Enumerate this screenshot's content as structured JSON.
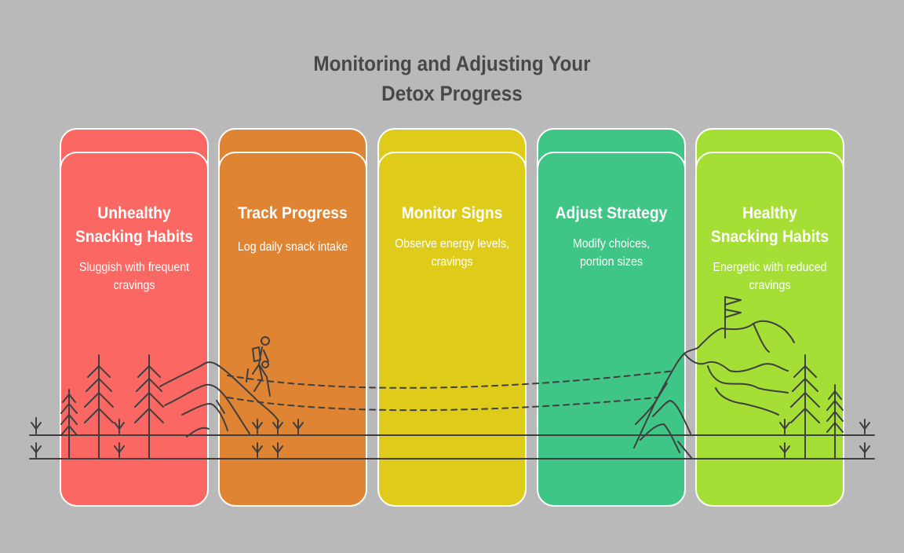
{
  "title": {
    "line1": "Monitoring and Adjusting Your",
    "line2": "Detox Progress"
  },
  "stages": [
    {
      "heading1": "Unhealthy",
      "heading2": "Snacking Habits",
      "desc1": "Sluggish with frequent",
      "desc2": "cravings",
      "color": "#fb6863"
    },
    {
      "heading1": "Track Progress",
      "heading2": "",
      "desc1": "Log daily snack intake",
      "desc2": "",
      "color": "#df8433"
    },
    {
      "heading1": "Monitor Signs",
      "heading2": "",
      "desc1": "Observe energy levels,",
      "desc2": "cravings",
      "color": "#dfcb1a"
    },
    {
      "heading1": "Adjust Strategy",
      "heading2": "",
      "desc1": "Modify choices,",
      "desc2": "portion sizes",
      "color": "#3fc585"
    },
    {
      "heading1": "Healthy",
      "heading2": "Snacking Habits",
      "desc1": "Energetic with reduced",
      "desc2": "cravings",
      "color": "#a5df35"
    }
  ],
  "colors": {
    "background": "#b9b9b9",
    "line_art": "#3f3f3f",
    "text": "#ffffff",
    "title": "#484848"
  },
  "icons": [
    "pine-tree-icon",
    "grass-sprout-icon",
    "mountain-icon",
    "hiker-icon",
    "flag-icon"
  ]
}
